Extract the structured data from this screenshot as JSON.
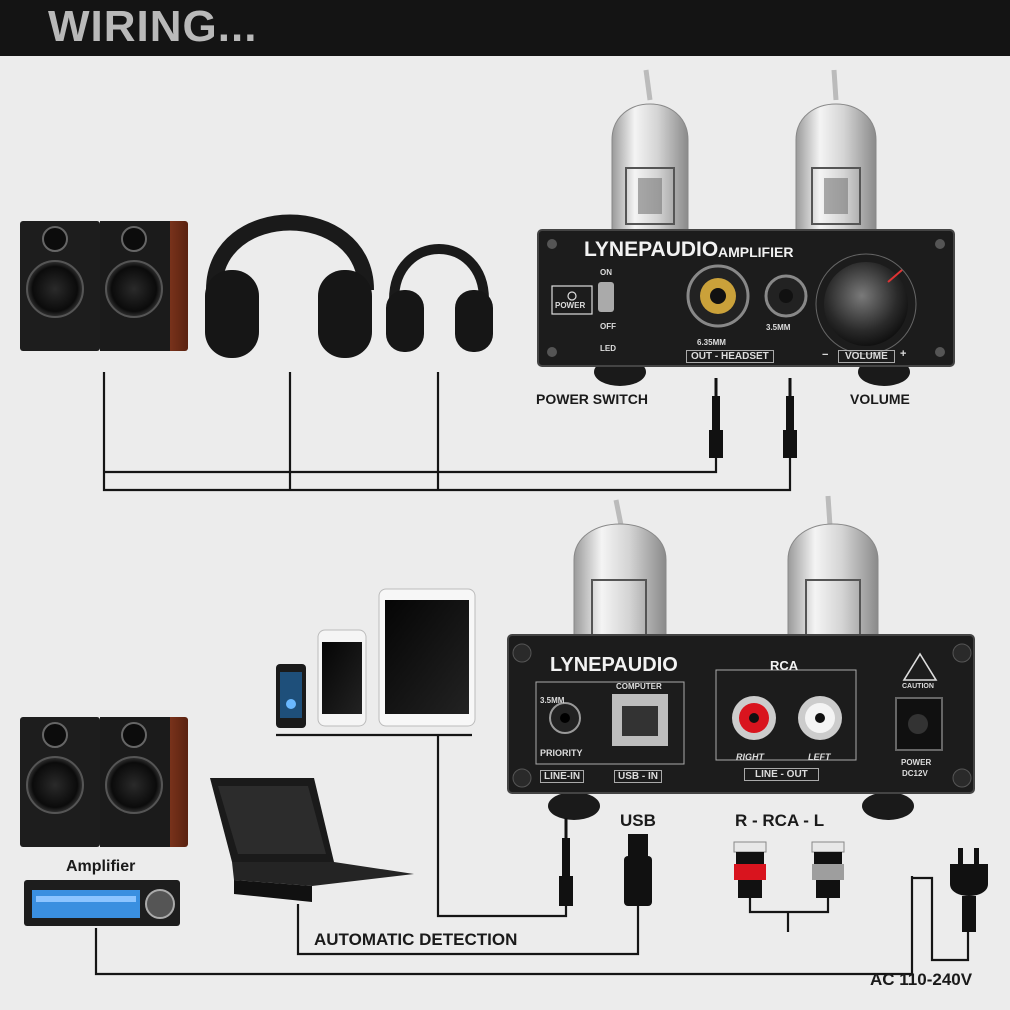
{
  "header": {
    "title": "WIRING..."
  },
  "amp1": {
    "brand": "LYNEPAUDIO",
    "model": "AMPLIFIER",
    "power_button_label": "POWER",
    "switch_on": "ON",
    "switch_off": "OFF",
    "led": "LED",
    "jack_large": "6.35MM",
    "jack_small": "3.5MM",
    "out_headset": "OUT - HEADSET",
    "volume": "VOLUME",
    "vol_minus": "−",
    "vol_plus": "+"
  },
  "amp2": {
    "brand": "LYNEPAUDIO",
    "rca": "RCA",
    "jack": "3.5MM",
    "computer": "COMPUTER",
    "priority": "PRIORITY",
    "line_in": "LINE-IN",
    "usb_in": "USB - IN",
    "right": "RIGHT",
    "left": "LEFT",
    "line_out": "LINE - OUT",
    "caution": "CAUTION",
    "power": "POWER",
    "dc": "DC12V"
  },
  "labels": {
    "power_switch": "POWER SWITCH",
    "volume": "VOLUME",
    "usb": "USB",
    "rca": "R - RCA - L",
    "amplifier": "Amplifier",
    "automatic_detection": "AUTOMATIC DETECTION",
    "ac": "AC 110-240V"
  },
  "colors": {
    "header_bg": "#141414",
    "header_text": "#b9b9b9",
    "background": "#ececec",
    "rca_right": "#d9141e",
    "rca_left": "#bdbdbd",
    "radio_display": "#3a8fe0"
  },
  "icons": [
    "speaker-pair-icon",
    "headphones-icon",
    "phone-icon",
    "tablet-icon",
    "laptop-icon",
    "car-radio-icon",
    "jack-plug-icon",
    "usb-plug-icon",
    "rca-plug-icon",
    "power-plug-icon",
    "vacuum-tube-icon"
  ]
}
